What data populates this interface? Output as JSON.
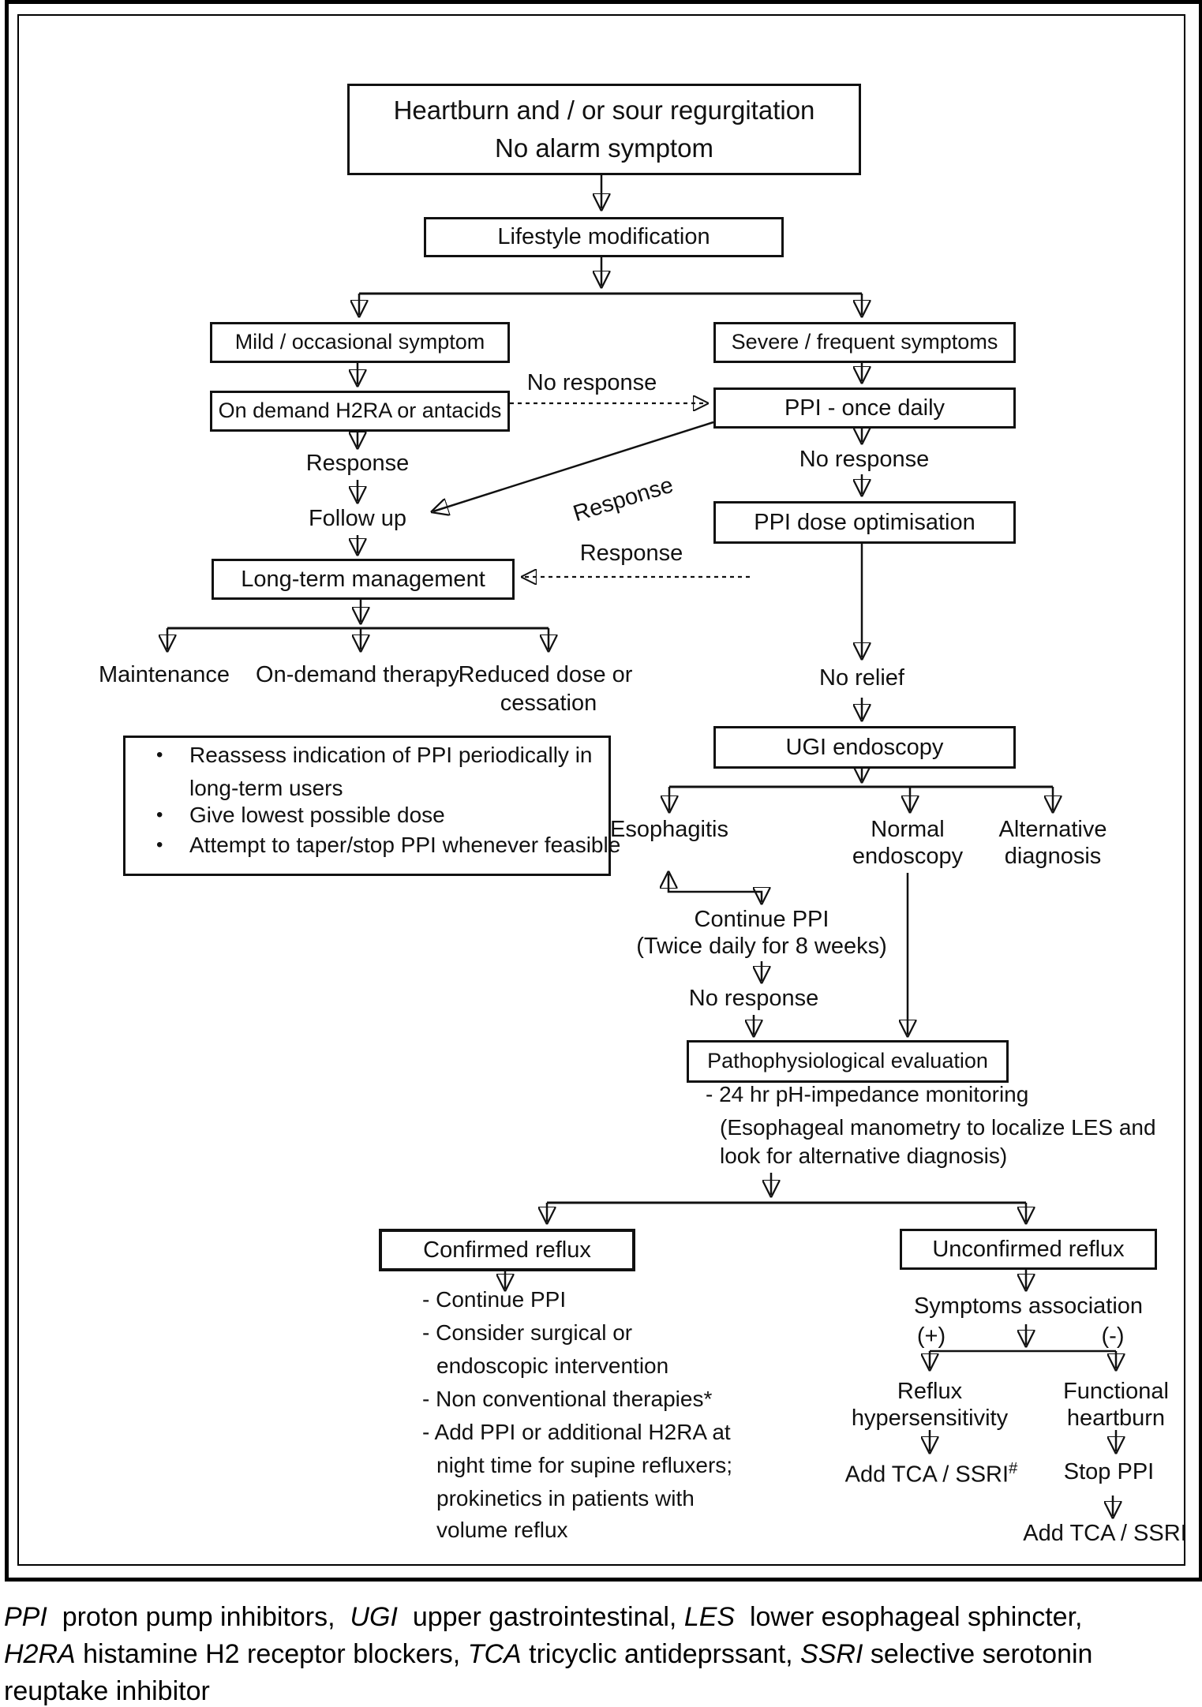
{
  "colors": {
    "ink": "#111111",
    "paper": "#ffffff"
  },
  "boxes": {
    "start_line1": "Heartburn and / or sour regurgitation",
    "start_line2": "No alarm symptom",
    "lifestyle": "Lifestyle modification",
    "mild": "Mild / occasional symptom",
    "severe": "Severe / frequent symptoms",
    "on_demand": "On demand H2RA or antacids",
    "ppi_once": "PPI - once daily",
    "ppi_dose": "PPI dose optimisation",
    "long_term": "Long-term management",
    "ugi": "UGI endoscopy",
    "pathophys": "Pathophysiological evaluation",
    "confirmed": "Confirmed reflux",
    "unconfirmed": "Unconfirmed reflux"
  },
  "labels": {
    "no_response_left": "No response",
    "response_left": "Response",
    "follow_up": "Follow up",
    "response_diagonal": "Response",
    "no_response_right": "No response",
    "response_dashed": "Response",
    "maintenance": "Maintenance",
    "on_demand_therapy": "On-demand therapy",
    "reduced_dose_1": "Reduced dose or",
    "reduced_dose_2": "cessation",
    "no_relief": "No relief",
    "esophagitis": "Esophagitis",
    "normal_1": "Normal",
    "normal_2": "endoscopy",
    "alternative_1": "Alternative",
    "alternative_2": "diagnosis",
    "continue_ppi": "Continue PPI",
    "twice_daily": "(Twice daily for 8 weeks)",
    "no_response_mid": "No response",
    "symptoms_association": "Symptoms association",
    "plus": "(+)",
    "minus": "(-)",
    "reflux_1": "Reflux",
    "reflux_2": "hypersensitivity",
    "functional_1": "Functional",
    "functional_2": "heartburn",
    "add_tca_ssri": "Add TCA / SSRI",
    "hash_sup": "#",
    "stop_ppi": "Stop PPI",
    "add_tca_ssri_2": "Add TCA / SSRI"
  },
  "ppi_review_notes": [
    "Reassess indication of PPI periodically in",
    "long-term users",
    "Give lowest possible dose",
    "Attempt to taper/stop PPI whenever feasible"
  ],
  "bullet_glyph": "•",
  "pathophys_notes": [
    "- 24 hr pH-impedance monitoring",
    "(Esophageal manometry to localize LES and",
    "look for alternative diagnosis)"
  ],
  "confirmed_actions": [
    "- Continue PPI",
    "- Consider surgical or",
    "endoscopic intervention",
    "- Non conventional therapies*",
    "- Add PPI or additional H2RA at",
    "night time for supine refluxers;",
    "prokinetics in patients with",
    "volume reflux"
  ],
  "footer": {
    "segments": [
      {
        "abbr": "PPI",
        "text": "  proton pump inhibitors,  "
      },
      {
        "abbr": "UGI",
        "text": "  upper gastrointestinal, "
      },
      {
        "abbr": "LES",
        "text": "  lower esophageal sphincter,\n"
      },
      {
        "abbr": "H2RA",
        "text": " histamine H2 receptor blockers, "
      },
      {
        "abbr": "TCA",
        "text": " tricyclic antideprssant, "
      },
      {
        "abbr": "SSRI",
        "text": " selective serotonin\nreuptake inhibitor"
      }
    ]
  }
}
